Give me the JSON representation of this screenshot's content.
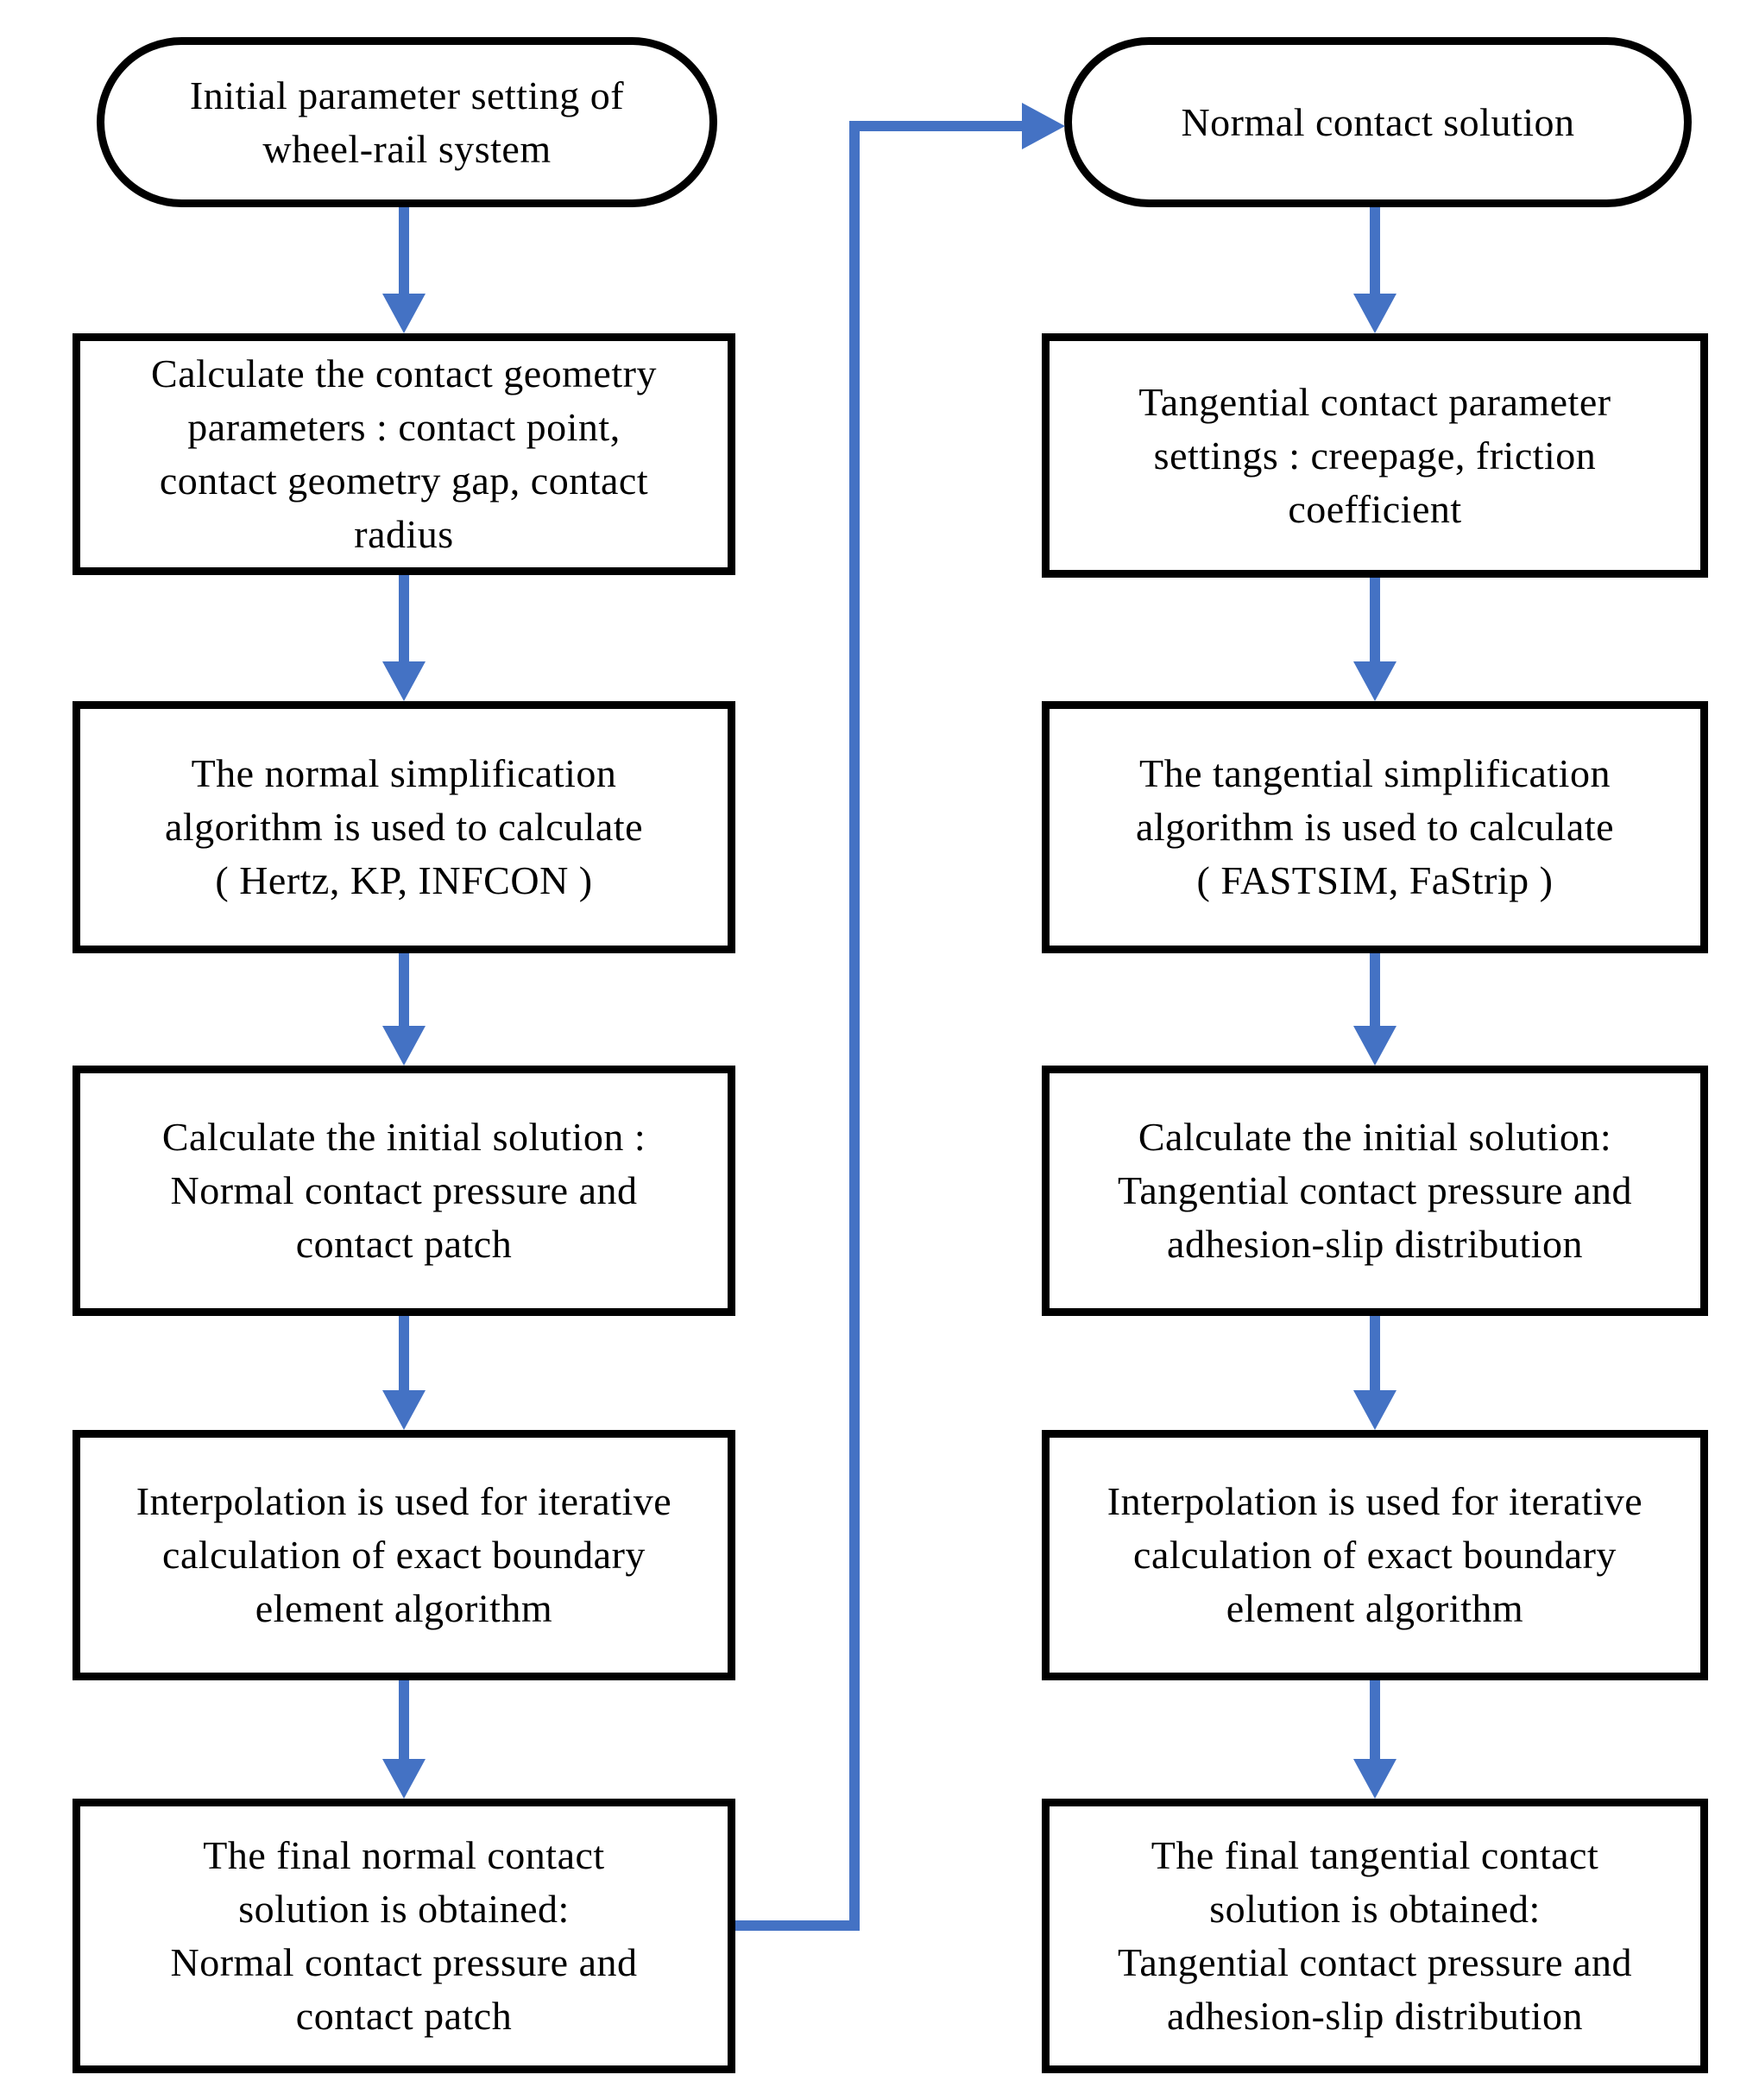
{
  "colors": {
    "arrow": "#4472C4",
    "border": "#000000",
    "background": "#FFFFFF",
    "text": "#000000"
  },
  "left_column": {
    "start": {
      "lines": [
        "Initial parameter setting of",
        "wheel-rail system"
      ]
    },
    "steps": [
      {
        "lines": [
          "Calculate the contact geometry",
          "parameters : contact point,",
          "contact geometry gap, contact",
          "radius"
        ]
      },
      {
        "lines": [
          "The normal simplification",
          "algorithm is used to calculate",
          "( Hertz, KP, INFCON )"
        ]
      },
      {
        "lines": [
          "Calculate the initial solution :",
          "Normal contact pressure and",
          "contact patch"
        ]
      },
      {
        "lines": [
          "Interpolation is used for iterative",
          "calculation of exact boundary",
          "element algorithm"
        ]
      },
      {
        "lines": [
          "The final normal contact",
          "solution is obtained:",
          "Normal contact pressure and",
          "contact patch"
        ]
      }
    ]
  },
  "right_column": {
    "start": {
      "lines": [
        "Normal contact solution"
      ]
    },
    "steps": [
      {
        "lines": [
          "Tangential contact parameter",
          "settings : creepage, friction",
          "coefficient"
        ]
      },
      {
        "lines": [
          "The tangential simplification",
          "algorithm is used to calculate",
          "( FASTSIM, FaStrip )"
        ]
      },
      {
        "lines": [
          "Calculate the initial solution:",
          "Tangential contact pressure and",
          "adhesion-slip distribution"
        ]
      },
      {
        "lines": [
          "Interpolation is used for iterative",
          "calculation of exact boundary",
          "element algorithm"
        ]
      },
      {
        "lines": [
          "The final tangential contact",
          "solution is obtained:",
          "Tangential contact pressure and",
          "adhesion-slip distribution"
        ]
      }
    ]
  }
}
